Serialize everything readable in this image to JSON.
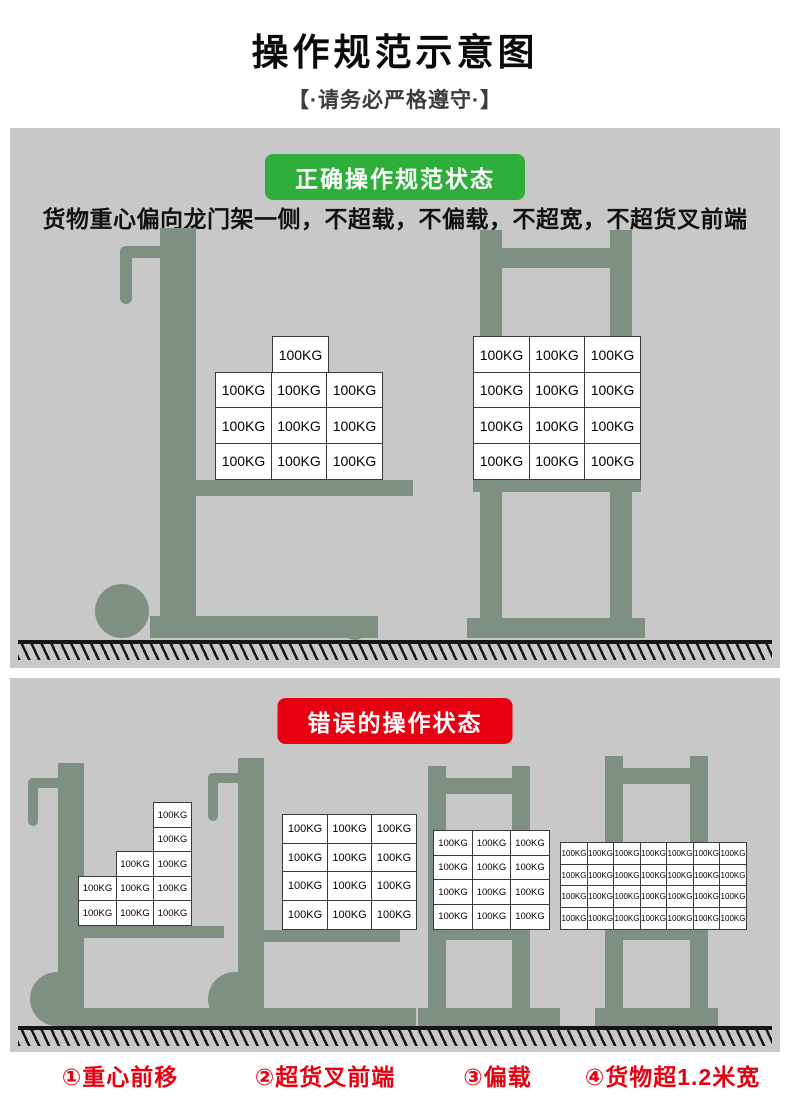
{
  "page": {
    "title": "操作规范示意图",
    "subtitle": "【·请务必严格遵守·】"
  },
  "colors": {
    "accent_green": "#2fae3c",
    "accent_red": "#e60012",
    "machine_body": "#7e9082",
    "panel_background": "#c8c8c8",
    "box_border": "#3a3a3a"
  },
  "correct_section": {
    "banner_label": "正确操作规范状态",
    "description": "货物重心偏向龙门架一侧，不超载，不偏载，不超宽，不超货叉前端"
  },
  "wrong_section": {
    "banner_label": "错误的操作状态",
    "captions": [
      "①重心前移",
      "②超货叉前端",
      "③偏载",
      "④货物超1.2米宽"
    ]
  },
  "box_label": "100KG",
  "stacks": {
    "correct_stacker": {
      "label": "100KG",
      "rows": [
        {
          "n": 1,
          "align": "center"
        },
        {
          "n": 3
        },
        {
          "n": 3
        },
        {
          "n": 3
        }
      ]
    },
    "correct_gantry": {
      "label": "100KG",
      "rows": [
        {
          "n": 3
        },
        {
          "n": 3
        },
        {
          "n": 3
        },
        {
          "n": 3
        }
      ]
    },
    "wrong_forward": {
      "label": "100KG",
      "rows": [
        {
          "n": 1,
          "align": "end"
        },
        {
          "n": 1,
          "align": "end"
        },
        {
          "n": 2,
          "align": "end"
        },
        {
          "n": 3
        },
        {
          "n": 3
        }
      ]
    },
    "wrong_overhang": {
      "label": "100KG",
      "rows": [
        {
          "n": 3
        },
        {
          "n": 3
        },
        {
          "n": 3
        },
        {
          "n": 3
        }
      ]
    },
    "wrong_offset": {
      "label": "100KG",
      "rows": [
        {
          "n": 3
        },
        {
          "n": 3
        },
        {
          "n": 3
        },
        {
          "n": 3
        }
      ]
    },
    "wrong_wide": {
      "label": "100KG",
      "rows": [
        {
          "n": 7
        },
        {
          "n": 7
        },
        {
          "n": 7
        },
        {
          "n": 7
        }
      ]
    }
  }
}
